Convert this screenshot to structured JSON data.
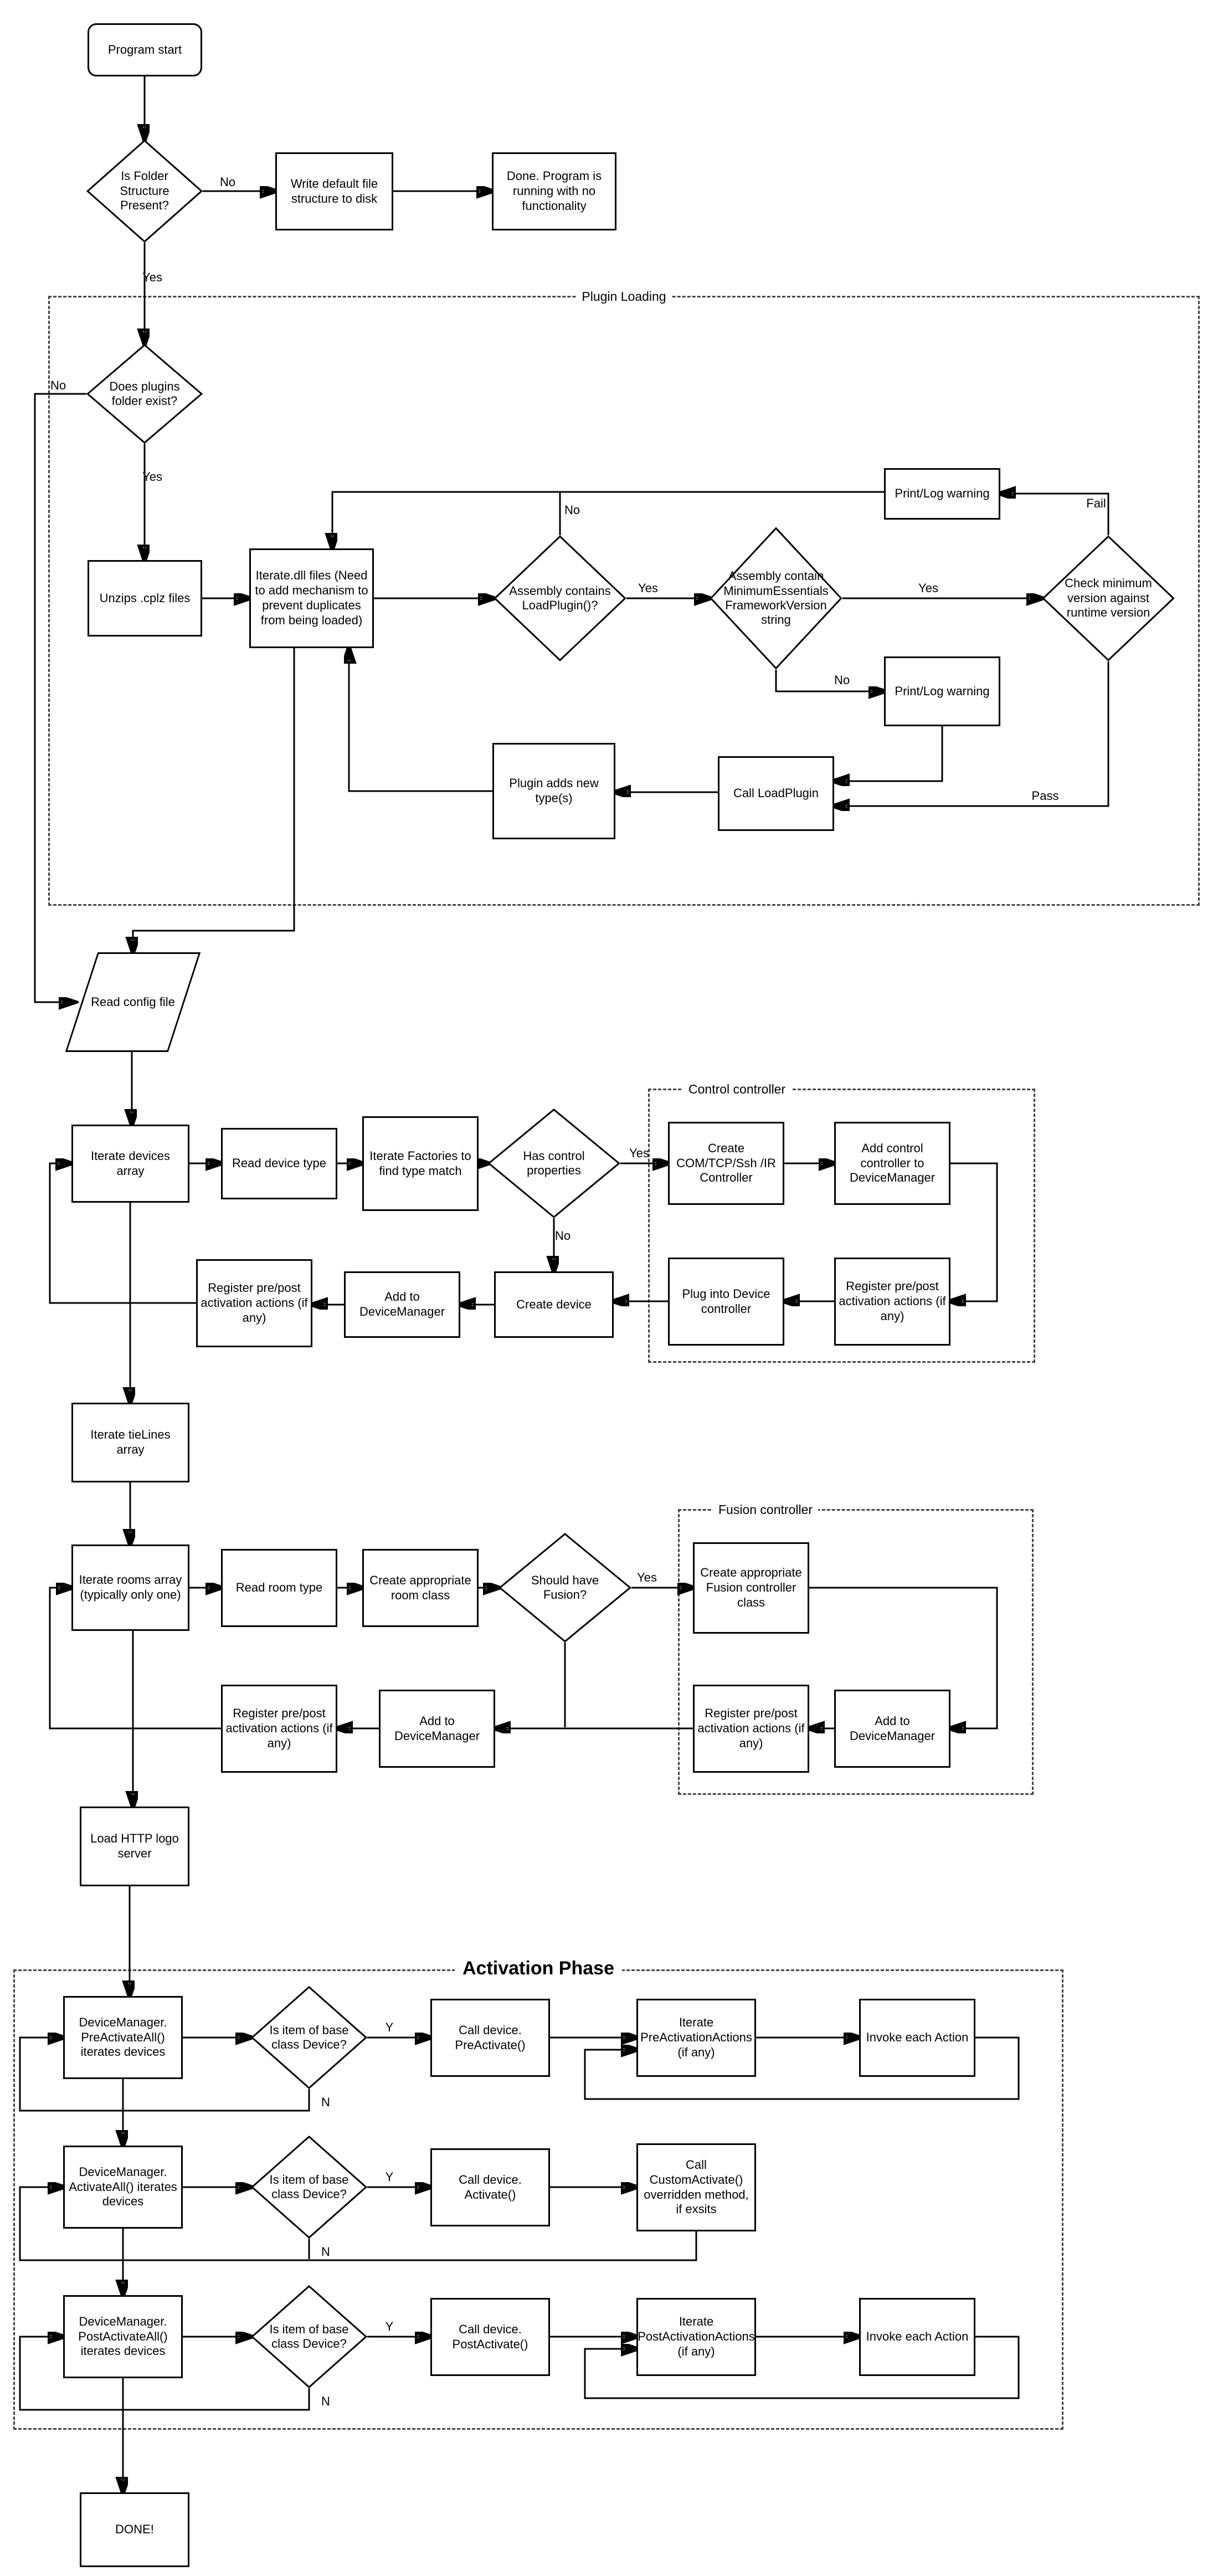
{
  "nodes": {
    "program_start": "Program start",
    "folder_check": "Is Folder Structure Present?",
    "write_default": "Write default file structure to disk",
    "done_nofunc": "Done.  Program is running with no functionality",
    "plugins_folder_check": "Does plugins folder exist?",
    "unzip": "Unzips .cplz files",
    "iterate_dll": "Iterate.dll files (Need to add mechanism to prevent duplicates from being loaded)",
    "loadplugin_check": "Assembly contains LoadPlugin()?",
    "minver_check": "Assembly contain MinimumEssentialsFrameworkVersion string",
    "checkver": "Check minimum version against runtime version",
    "warn1": "Print/Log warning",
    "warn2": "Print/Log warning",
    "call_loadplugin": "Call LoadPlugin",
    "plugin_adds": "Plugin adds new type(s)",
    "read_config": "Read config file",
    "iterate_devices": "Iterate devices array",
    "read_device_type": "Read device type",
    "iterate_factories": "Iterate Factories to find type match",
    "has_control": "Has control properties",
    "create_com": "Create COM/TCP/Ssh /IR Controller",
    "add_control_ctrl": "Add control controller to DeviceManager",
    "register_ctrl": "Register pre/post activation actions (if any)",
    "plug_into_device": "Plug into Device controller",
    "create_device": "Create device",
    "add_dm1": "Add to DeviceManager",
    "register1": "Register pre/post activation actions (if any)",
    "iterate_tielines": "Iterate tieLines array",
    "iterate_rooms": "Iterate rooms array (typically only one)",
    "read_room_type": "Read room type",
    "create_room": "Create appropriate room class",
    "fusion_check": "Should have Fusion?",
    "create_fusion": "Create appropriate Fusion controller class",
    "add_dm_fusion": "Add to DeviceManager",
    "register_fusion": "Register pre/post activation actions (if any)",
    "add_dm2": "Add to DeviceManager",
    "register2": "Register pre/post activation actions (if any)",
    "load_http": "Load HTTP logo server",
    "pre_mgr": "DeviceManager. PreActivateAll() iterates devices",
    "is_device1": "Is item of base class Device?",
    "call_pre": "Call device. PreActivate()",
    "iterate_preactions": "Iterate PreActivationActions (if any)",
    "invoke1": "Invoke each Action",
    "act_mgr": "DeviceManager. ActivateAll() iterates devices",
    "is_device2": "Is item of base class Device?",
    "call_act": "Call device. Activate()",
    "call_custom": "Call CustomActivate() overridden method, if exsits",
    "post_mgr": "DeviceManager. PostActivateAll() iterates devices",
    "is_device3": "Is item of base class Device?",
    "call_post": "Call device. PostActivate()",
    "iterate_postactions": "Iterate PostActivationActions (if any)",
    "invoke2": "Invoke each Action",
    "done": "DONE!"
  },
  "containers": {
    "plugin_loading": "Plugin Loading",
    "control_controller": "Control controller",
    "fusion_controller": "Fusion controller",
    "activation_phase": "Activation Phase"
  },
  "labels": {
    "no1": "No",
    "yes1": "Yes",
    "no2": "No",
    "yes2": "Yes",
    "no3": "No",
    "yes3": "Yes",
    "yes4": "Yes",
    "fail": "Fail",
    "no4": "No",
    "pass": "Pass",
    "yes5": "Yes",
    "no5": "No",
    "yes6": "Yes",
    "y1": "Y",
    "n1": "N",
    "y2": "Y",
    "n2": "N",
    "y3": "Y",
    "n3": "N"
  },
  "colors": {
    "line": "#000000",
    "background": "#ffffff",
    "dashed_border": "#444444"
  }
}
